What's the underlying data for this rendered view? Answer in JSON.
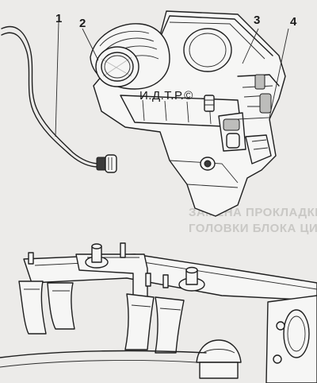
{
  "callouts": [
    {
      "label": "1"
    },
    {
      "label": "2"
    },
    {
      "label": "3"
    },
    {
      "label": "4"
    }
  ],
  "watermark": "И.Д.Т.Р.©",
  "bleed_through": {
    "line1": "ЗАМЕНА ПРОКЛАДКИ",
    "line2": "ГОЛОВКИ БЛОКА ЦИЛИНДРОВ"
  }
}
